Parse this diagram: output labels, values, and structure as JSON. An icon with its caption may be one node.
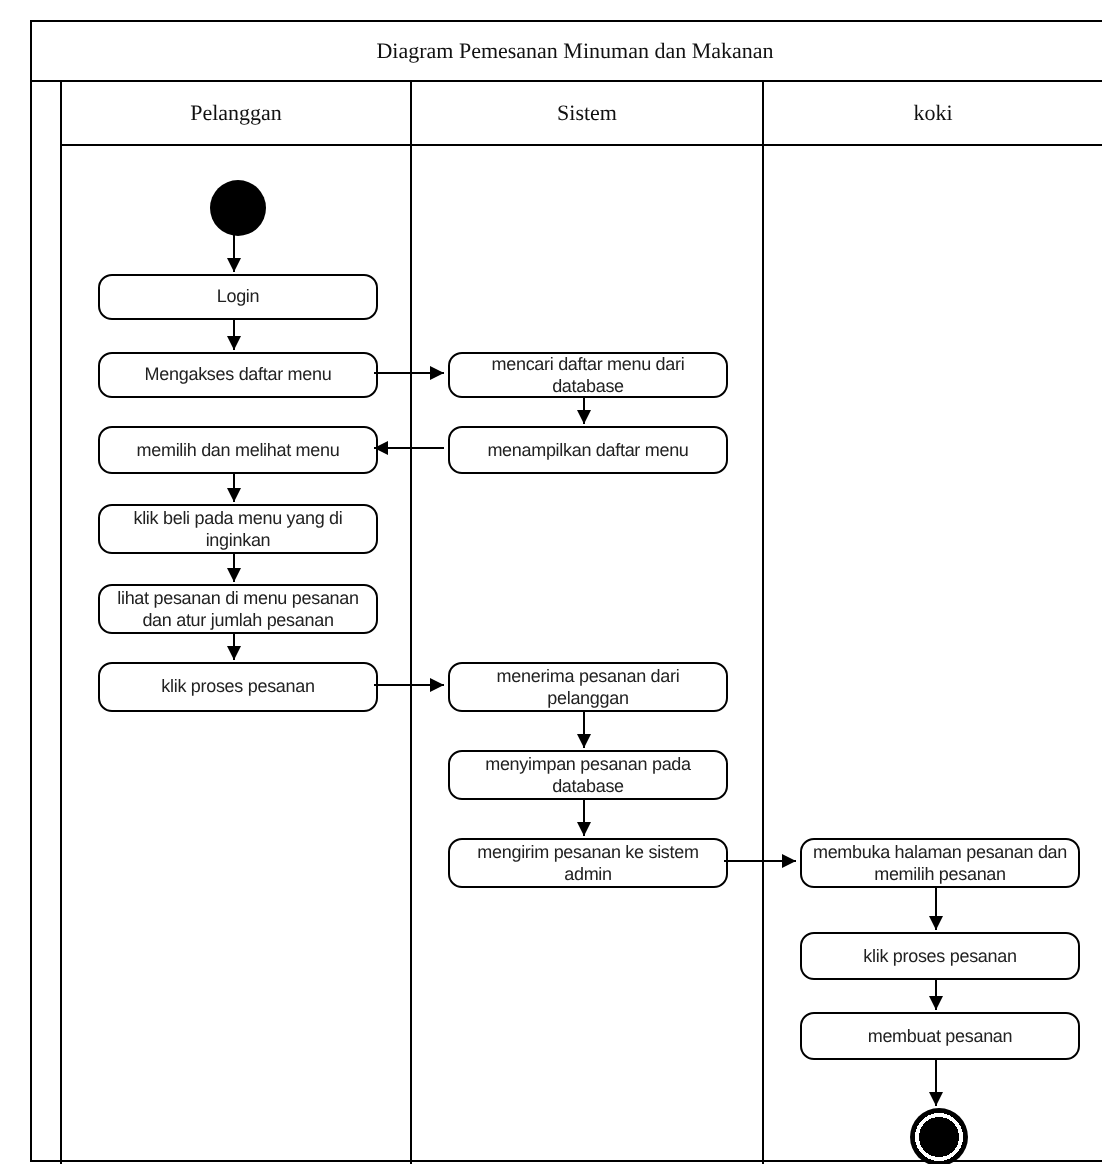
{
  "diagram": {
    "nodes": [
      {
        "text": [
          "Diagram Pemesanan Minuman dan Makanan"
        ]
      },
      {
        "text": [
          "Pelanggan"
        ],
        "in": 0
      },
      {
        "text": [
          "Sistem"
        ],
        "in": 0
      },
      {
        "text": [
          "koki"
        ],
        "in": 0
      },
      {
        "text": [],
        "shape": "circle",
        "in": 1
      },
      {
        "text": [
          "Login"
        ],
        "in": 1
      },
      {
        "text": [
          "Mengakses daftar menu"
        ],
        "in": 1
      },
      {
        "text": [
          "mencari daftar menu dari database"
        ],
        "in": 2
      },
      {
        "text": [
          "menampilkan daftar menu"
        ],
        "in": 2
      },
      {
        "text": [
          "memilih dan melihat menu"
        ],
        "in": 1
      },
      {
        "text": [
          "klik beli pada menu yang di inginkan"
        ],
        "in": 1
      },
      {
        "text": [
          "lihat pesanan di menu pesanan dan atur jumlah pesanan"
        ],
        "in": 1
      },
      {
        "text": [
          "klik proses pesanan"
        ],
        "in": 1
      },
      {
        "text": [
          "menerima pesanan dari pelanggan"
        ],
        "in": 2
      },
      {
        "text": [
          "menyimpan pesanan pada database"
        ],
        "in": 2
      },
      {
        "text": [
          "mengirim pesanan ke sistem admin"
        ],
        "in": 2
      },
      {
        "text": [
          "membuka halaman pesanan dan memilih pesanan"
        ],
        "in": 3
      },
      {
        "text": [
          "klik proses pesanan"
        ],
        "in": 3
      },
      {
        "text": [
          "membuat pesanan"
        ],
        "in": 3
      },
      {
        "text": [],
        "shape": "circle",
        "in": 3
      }
    ],
    "edges": [
      {
        "from": 4,
        "to": 5,
        "arrow": "to"
      },
      {
        "from": 5,
        "to": 6,
        "arrow": "to"
      },
      {
        "from": 6,
        "to": 7,
        "arrow": "to"
      },
      {
        "from": 7,
        "to": 8,
        "arrow": "to"
      },
      {
        "from": 8,
        "to": 9,
        "arrow": "to"
      },
      {
        "from": 9,
        "to": 10,
        "arrow": "to"
      },
      {
        "from": 10,
        "to": 11,
        "arrow": "to"
      },
      {
        "from": 11,
        "to": 12,
        "arrow": "to"
      },
      {
        "from": 12,
        "to": 13,
        "arrow": "to"
      },
      {
        "from": 13,
        "to": 14,
        "arrow": "to"
      },
      {
        "from": 14,
        "to": 15,
        "arrow": "to"
      },
      {
        "from": 15,
        "to": 16,
        "arrow": "to"
      },
      {
        "from": 16,
        "to": 17,
        "arrow": "to"
      },
      {
        "from": 17,
        "to": 18,
        "arrow": "to"
      },
      {
        "from": 18,
        "to": 19,
        "arrow": "to"
      }
    ]
  }
}
